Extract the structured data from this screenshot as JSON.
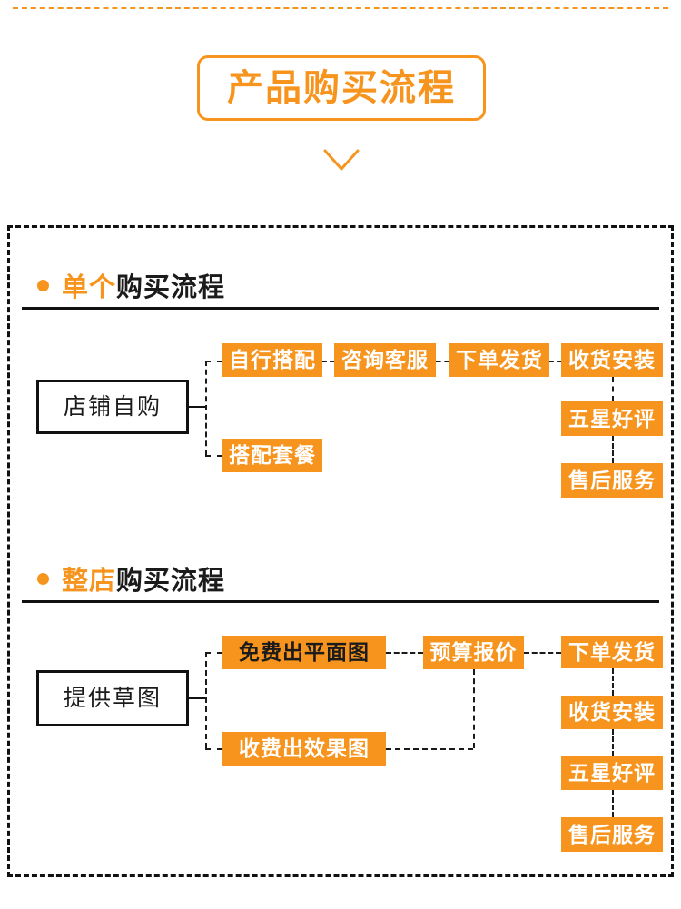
{
  "header": {
    "divider": "top-dashed-rule",
    "title": "产品购买流程",
    "chevron": "chevron-down-icon"
  },
  "theme": {
    "accent": "#F7941E",
    "ink": "#1b1b1b",
    "background": "#ffffff"
  },
  "sections": [
    {
      "id": "single",
      "heading_highlight": "单个",
      "heading_rest": "购买流程",
      "root": "店铺自购",
      "branches": [
        {
          "label": "自行搭配",
          "text_color": "white"
        },
        {
          "label": "搭配套餐",
          "text_color": "white"
        }
      ],
      "chain": [
        {
          "label": "咨询客服",
          "text_color": "white"
        },
        {
          "label": "下单发货",
          "text_color": "white"
        }
      ],
      "tail": [
        {
          "label": "收货安装",
          "text_color": "white"
        },
        {
          "label": "五星好评",
          "text_color": "white"
        },
        {
          "label": "售后服务",
          "text_color": "white"
        }
      ]
    },
    {
      "id": "whole-store",
      "heading_highlight": "整店",
      "heading_rest": "购买流程",
      "root": "提供草图",
      "branches": [
        {
          "label": "免费出平面图",
          "text_color": "black"
        },
        {
          "label": "收费出效果图",
          "text_color": "white"
        }
      ],
      "chain": [
        {
          "label": "预算报价",
          "text_color": "white"
        }
      ],
      "tail": [
        {
          "label": "下单发货",
          "text_color": "white"
        },
        {
          "label": "收货安装",
          "text_color": "white"
        },
        {
          "label": "五星好评",
          "text_color": "white"
        },
        {
          "label": "售后服务",
          "text_color": "white"
        }
      ]
    }
  ]
}
